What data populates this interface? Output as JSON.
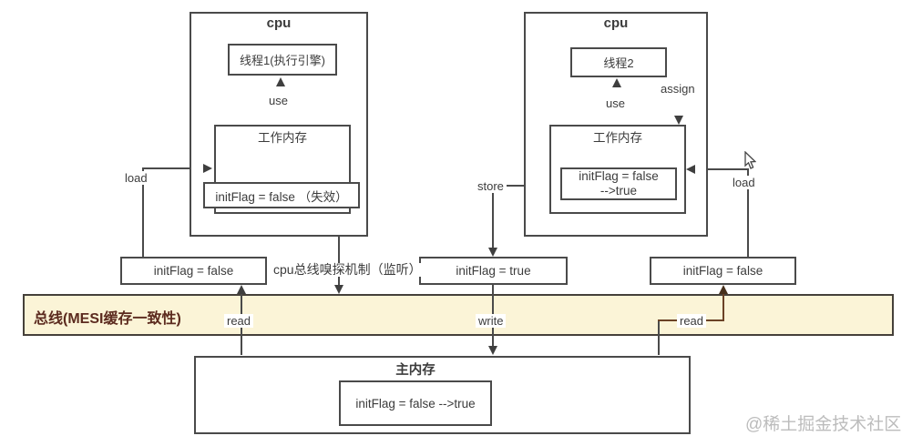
{
  "cpu_left": {
    "title": "cpu",
    "thread_label": "线程1(执行引擎)",
    "use_label": "use",
    "working_memory_label": "工作内存",
    "flag_label": "initFlag = false （失效）",
    "load_label": "load"
  },
  "cpu_right": {
    "title": "cpu",
    "thread_label": "线程2",
    "use_label": "use",
    "assign_label": "assign",
    "working_memory_label": "工作内存",
    "flag_line1": "initFlag = false",
    "flag_line2": "-->true",
    "store_label": "store",
    "load_label": "load"
  },
  "cache_line_boxes": {
    "left": "initFlag = false",
    "middle": "initFlag = true",
    "right": "initFlag = false"
  },
  "sniff_label": "cpu总线嗅探机制（监听）",
  "bus": {
    "label": "总线(MESI缓存一致性)",
    "read_left_label": "read",
    "write_label": "write",
    "read_right_label": "read"
  },
  "main_memory": {
    "title": "主内存",
    "flag_label": "initFlag = false -->true"
  },
  "watermark": "@稀土掘金技术社区",
  "colors": {
    "line": "#4a4a4a",
    "bus_fill": "#fbf4d7",
    "bus_border": "#45403a",
    "bus_text": "#5c2b1f",
    "read_path_brown": "#6b4226",
    "watermark_gray": "#bcbcbc"
  }
}
